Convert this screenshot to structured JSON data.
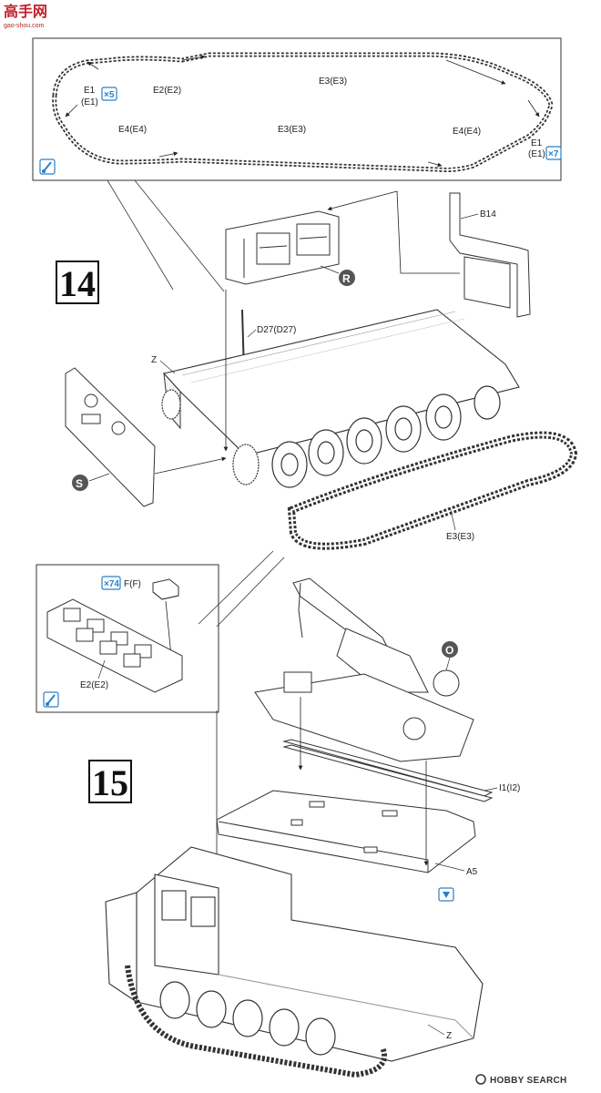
{
  "watermark": {
    "brand": "高手网",
    "url": "gao-shou.com"
  },
  "inset_top": {
    "labels": [
      "E1",
      "(E1)",
      "E2(E2)",
      "E3(E3)",
      "E4(E4)",
      "E3(E3)",
      "E4(E4)",
      "E1",
      "(E1)"
    ],
    "multipliers": [
      "×5",
      "×7"
    ]
  },
  "step14": {
    "number": "14",
    "labels": {
      "b14": "B14",
      "d27": "D27(D27)",
      "z": "Z",
      "e3": "E3(E3)"
    },
    "callouts": {
      "r": "R",
      "s": "S"
    }
  },
  "inset_mid": {
    "multiplier": "×74",
    "labels": {
      "f": "F(F)",
      "e2": "E2(E2)"
    }
  },
  "step15": {
    "number": "15",
    "labels": {
      "i1": "I1(I2)",
      "a5": "A5",
      "z": "Z"
    },
    "callouts": {
      "o": "O"
    }
  },
  "footer": {
    "credit": "HOBBY SEARCH"
  }
}
